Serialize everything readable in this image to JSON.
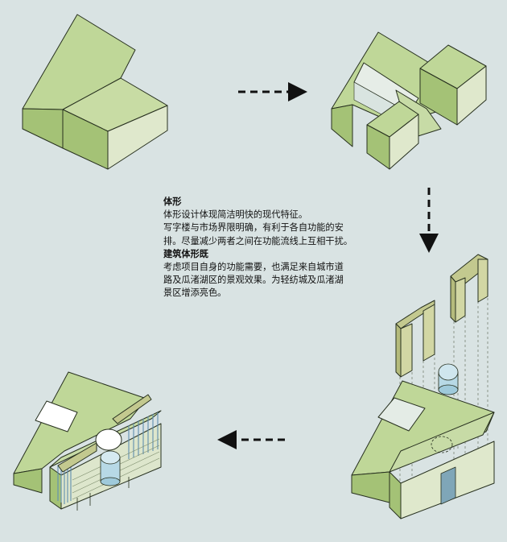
{
  "text": {
    "heading1": "体形",
    "line1": "体形设计体现简洁明快的现代特征。",
    "line2": "写字楼与市场界限明确，有利于各自功能的安",
    "line3": "排。尽量减少两者之间在功能流线上互相干扰。",
    "heading2": "建筑体形既",
    "line4": "考虑项目自身的功能需要，也满足来自城市道",
    "line5": "路及瓜渚湖区的景观效果。为轻纺城及瓜渚湖",
    "line6": "景区增添亮色。"
  },
  "colors": {
    "background": "#d9e3e3",
    "mass_top": "#bfd798",
    "mass_left": "#a4c276",
    "mass_right": "#dfe8cc",
    "outline": "#27301f",
    "tower": "#c3c98f",
    "glass": "#b7d9e6",
    "arrow": "#111111"
  },
  "arrows": [
    "right",
    "down",
    "left"
  ]
}
